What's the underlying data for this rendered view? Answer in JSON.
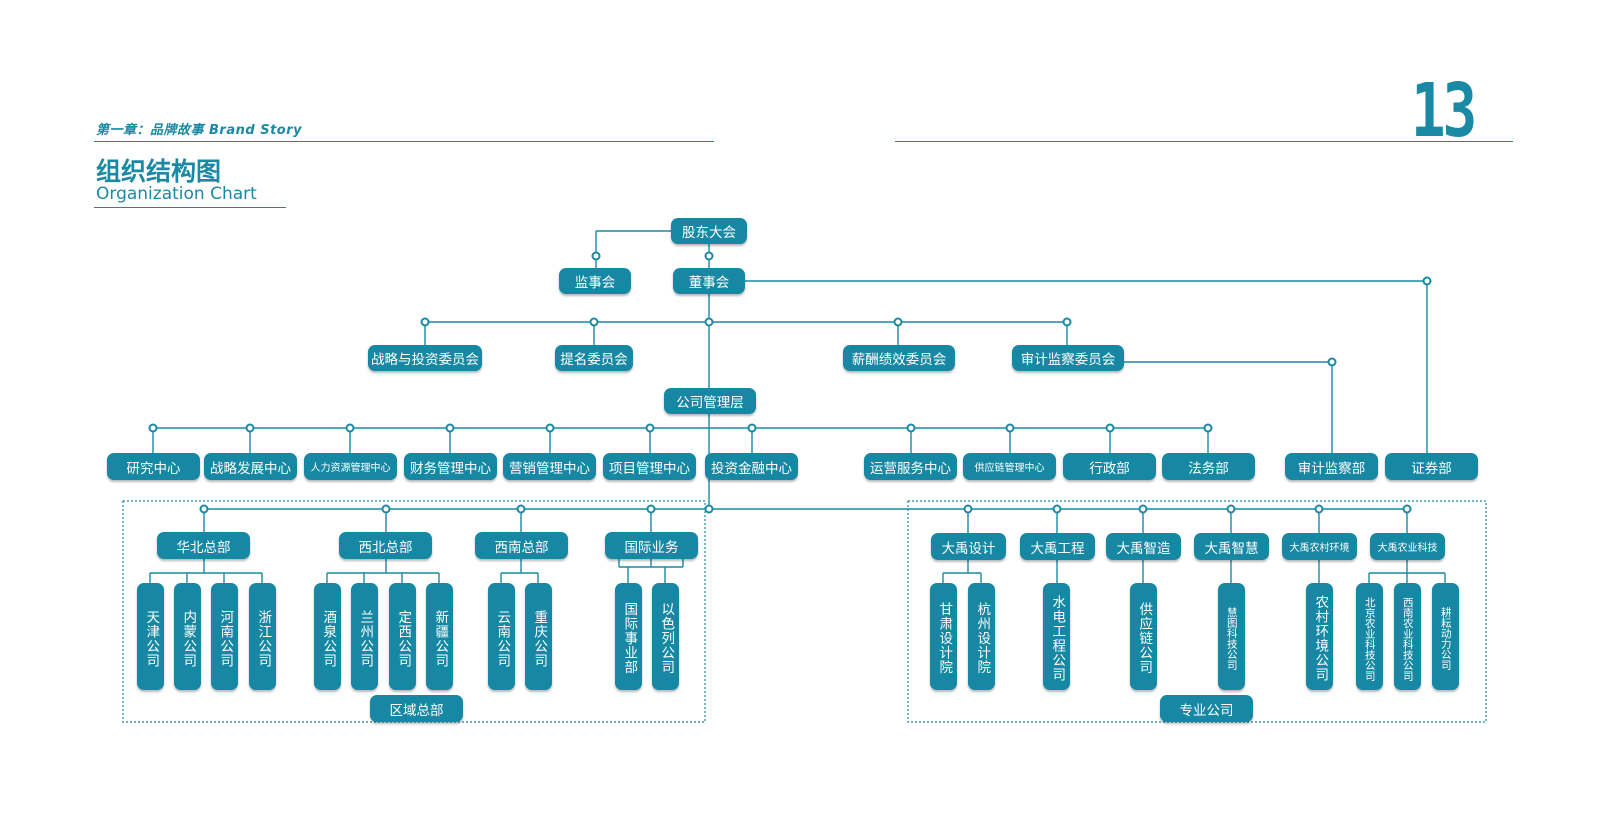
{
  "header": {
    "chapter_text": "第一章：品牌故事  Brand Story",
    "page_number": "13",
    "title_cn": "组织结构图",
    "title_en": "Organization Chart"
  },
  "colors": {
    "accent": "#1788a4",
    "line": "#1a8aa4"
  },
  "org": {
    "shareholders": "股东大会",
    "supervisors": "监事会",
    "board": "董事会",
    "committees": [
      "战略与投资委员会",
      "提名委员会",
      "薪酬绩效委员会",
      "审计监察委员会"
    ],
    "management": "公司管理层",
    "centers": [
      "研究中心",
      "战略发展中心",
      "人力资源管理中心",
      "财务管理中心",
      "营销管理中心",
      "项目管理中心",
      "投资金融中心",
      "运营服务中心",
      "供应链管理中心",
      "行政部",
      "法务部"
    ],
    "audit_dept": "审计监察部",
    "securities_dept": "证券部",
    "regional_label": "区域总部",
    "regions": [
      {
        "name": "华北总部",
        "companies": [
          "天津公司",
          "内蒙公司",
          "河南公司",
          "浙江公司"
        ]
      },
      {
        "name": "西北总部",
        "companies": [
          "酒泉公司",
          "兰州公司",
          "定西公司",
          "新疆公司"
        ]
      },
      {
        "name": "西南总部",
        "companies": [
          "云南公司",
          "重庆公司"
        ]
      },
      {
        "name": "国际业务",
        "companies": [
          "国际事业部",
          "以色列公司"
        ]
      }
    ],
    "professional_label": "专业公司",
    "professional": [
      {
        "name": "大禹设计",
        "companies": [
          "甘肃设计院",
          "杭州设计院"
        ]
      },
      {
        "name": "大禹工程",
        "companies": [
          "水电工程公司"
        ]
      },
      {
        "name": "大禹智造",
        "companies": [
          "供应链公司"
        ]
      },
      {
        "name": "大禹智慧",
        "companies": [
          "慧图科技公司"
        ]
      },
      {
        "name": "大禹农村环境",
        "companies": [
          "农村环境公司"
        ]
      },
      {
        "name": "大禹农业科技",
        "companies": [
          "北京农业科技公司",
          "西南农业科技公司",
          "耕耘动力公司"
        ]
      }
    ]
  }
}
